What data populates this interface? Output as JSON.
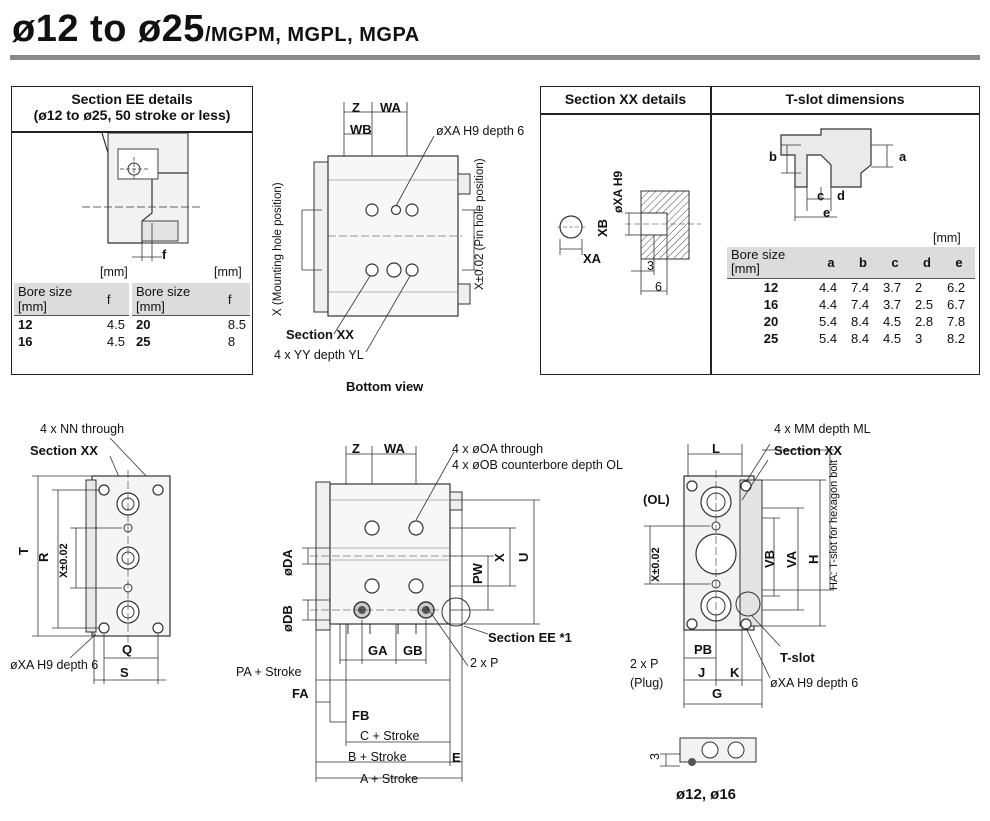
{
  "header": {
    "title_main": "ø12 to ø25",
    "title_sub": "/MGPM, MGPL, MGPA"
  },
  "section_ee": {
    "title_line1": "Section EE details",
    "title_line2": "(ø12 to ø25, 50 stroke or less)",
    "dim_f": "f",
    "unit1": "[mm]",
    "unit2": "[mm]",
    "table_left": {
      "headers": [
        "Bore size [mm]",
        "f"
      ],
      "rows": [
        [
          "12",
          "4.5"
        ],
        [
          "16",
          "4.5"
        ]
      ]
    },
    "table_right": {
      "headers": [
        "Bore size [mm]",
        "f"
      ],
      "rows": [
        [
          "20",
          "8.5"
        ],
        [
          "25",
          "8"
        ]
      ]
    }
  },
  "bottom_view": {
    "caption": "Bottom view",
    "z": "Z",
    "wa": "WA",
    "wb": "WB",
    "xa_callout": "øXA H9 depth 6",
    "x_mount": "X (Mounting hole position)",
    "x_pin": "X±0.02 (Pin hole position)",
    "section_xx": "Section XX",
    "yy_callout": "4 x YY depth YL"
  },
  "section_xx": {
    "title": "Section XX details",
    "xa_h9": "øXA H9",
    "xb": "XB",
    "xa": "XA",
    "dim3": "3",
    "dim6": "6"
  },
  "tslot": {
    "title": "T-slot dimensions",
    "labels": [
      "b",
      "a",
      "c",
      "d",
      "e"
    ],
    "unit": "[mm]",
    "headers": [
      "Bore size [mm]",
      "a",
      "b",
      "c",
      "d",
      "e"
    ],
    "rows": [
      [
        "12",
        "4.4",
        "7.4",
        "3.7",
        "2",
        "6.2"
      ],
      [
        "16",
        "4.4",
        "7.4",
        "3.7",
        "2.5",
        "6.7"
      ],
      [
        "20",
        "5.4",
        "8.4",
        "4.5",
        "2.8",
        "7.8"
      ],
      [
        "25",
        "5.4",
        "8.4",
        "4.5",
        "3",
        "8.2"
      ]
    ]
  },
  "left_view": {
    "nn": "4 x NN through",
    "section_xx": "Section XX",
    "t": "T",
    "r": "R",
    "x": "X±0.02",
    "q": "Q",
    "s": "S",
    "xa": "øXA H9 depth 6"
  },
  "center_view": {
    "z": "Z",
    "wa": "WA",
    "oa": "4 x øOA through",
    "ob": "4 x øOB counterbore depth OL",
    "da": "øDA",
    "db": "øDB",
    "pw": "PW",
    "x": "X",
    "u": "U",
    "ga": "GA",
    "gb": "GB",
    "section_ee": "Section EE *1",
    "p": "2 x P",
    "pa": "PA + Stroke",
    "fa": "FA",
    "fb": "FB",
    "c": "C + Stroke",
    "b": "B + Stroke",
    "e": "E",
    "a": "A + Stroke"
  },
  "right_view": {
    "l": "L",
    "mm": "4 x MM depth ML",
    "section_xx": "Section XX",
    "ol": "(OL)",
    "x": "X±0.02",
    "vb": "VB",
    "va": "VA",
    "h": "H",
    "ha": "HA: T-slot for hexagon bolt",
    "pb": "PB",
    "tslot": "T-slot",
    "p": "2 x P",
    "plug": "(Plug)",
    "j": "J",
    "k": "K",
    "xa": "øXA H9 depth 6",
    "g": "G",
    "dim3": "3",
    "bore_note": "ø12, ø16"
  }
}
